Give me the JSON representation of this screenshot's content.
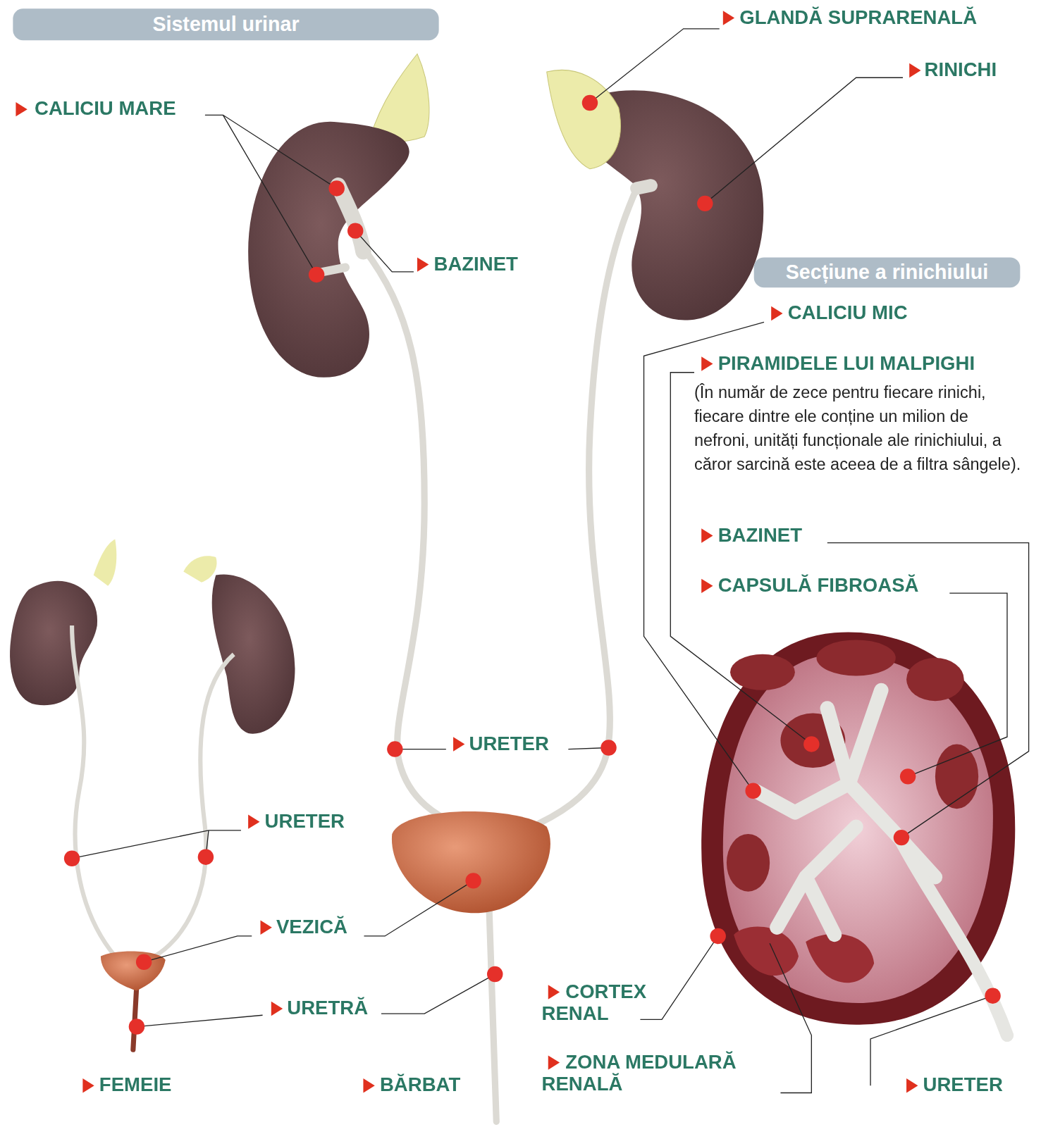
{
  "diagram": {
    "nodes": [
      {
        "text": [
          "Sistemul urinar"
        ]
      },
      {
        "text": [
          "Secțiune a rinichiului"
        ]
      }
    ],
    "labels": [
      "CALICIU MARE",
      "BAZINET",
      "GLANDĂ SUPRARENALĂ",
      "RINICHI",
      "CALICIU MIC",
      "PIRAMIDELE LUI MALPIGHI",
      "(În număr de zece pentru fiecare rinichi, fiecare dintre ele conține un milion de nefroni, unități funcționale ale rinichiului, a căror sarcină este aceea de a filtra sângele).",
      "BAZINET",
      "CAPSULĂ FIBROASĂ",
      "URETER",
      "URETER",
      "VEZICĂ",
      "URETRĂ",
      "CORTEX RENAL",
      "ZONA MEDULARĂ RENALĂ",
      "URETER",
      "FEMEIE",
      "BĂRBAT"
    ]
  }
}
